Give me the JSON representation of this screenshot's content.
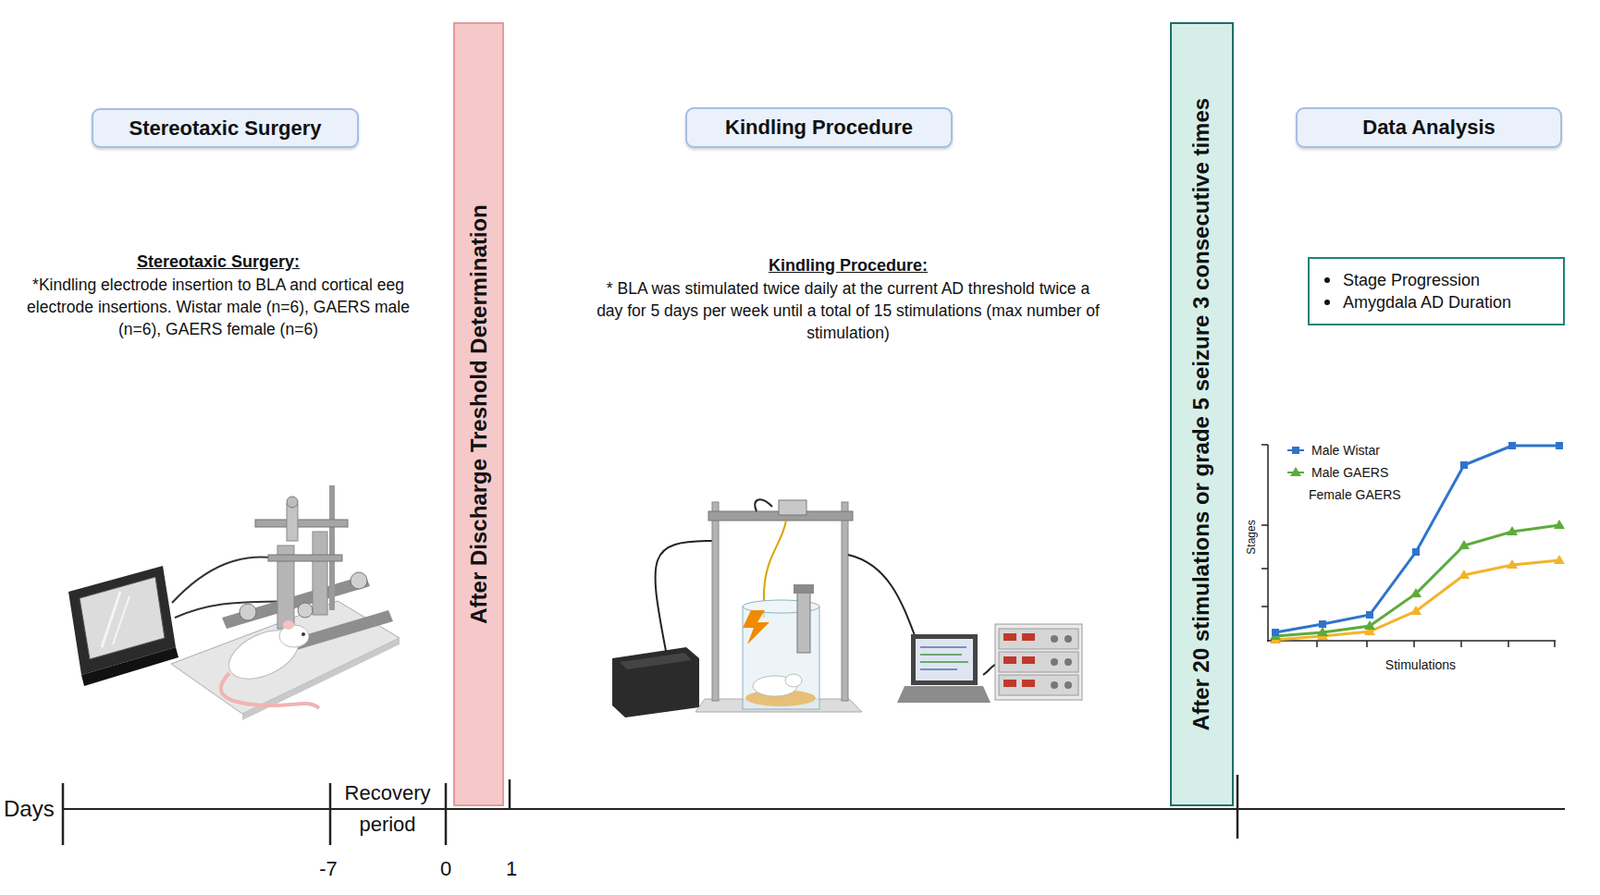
{
  "diagram": {
    "nodes": [
      {
        "text": [
          "Stereotaxic Surgery"
        ]
      },
      {
        "text": [
          "Kindling Procedure"
        ]
      },
      {
        "text": [
          "Data Analysis"
        ]
      },
      {
        "text": [
          "After Discharge Treshold Determination"
        ]
      },
      {
        "text": [
          "After 20 stimulations or grade 5 seizure 3 consecutive times"
        ]
      },
      {
        "text": [
          "Stage Progression",
          "Amygdala AD Duration"
        ]
      }
    ],
    "labels": [
      "Stereotaxic Surgery:",
      "*Kindling electrode insertion to BLA and cortical eeg electrode insertions. Wistar male (n=6), GAERS male (n=6), GAERS female (n=6)",
      "Kindling Procedure:",
      "* BLA was stimulated twice daily at the current AD threshold twice a day for 5 days per week until a total of 15 stimulations (max number of stimulation)",
      "Stages",
      "Stimulations",
      "Days",
      "Recovery period",
      "-7",
      "0",
      "1"
    ],
    "legend": [
      {
        "text": "Male Wistar"
      },
      {
        "text": "Male GAERS"
      },
      {
        "text": "Female GAERS"
      }
    ]
  }
}
